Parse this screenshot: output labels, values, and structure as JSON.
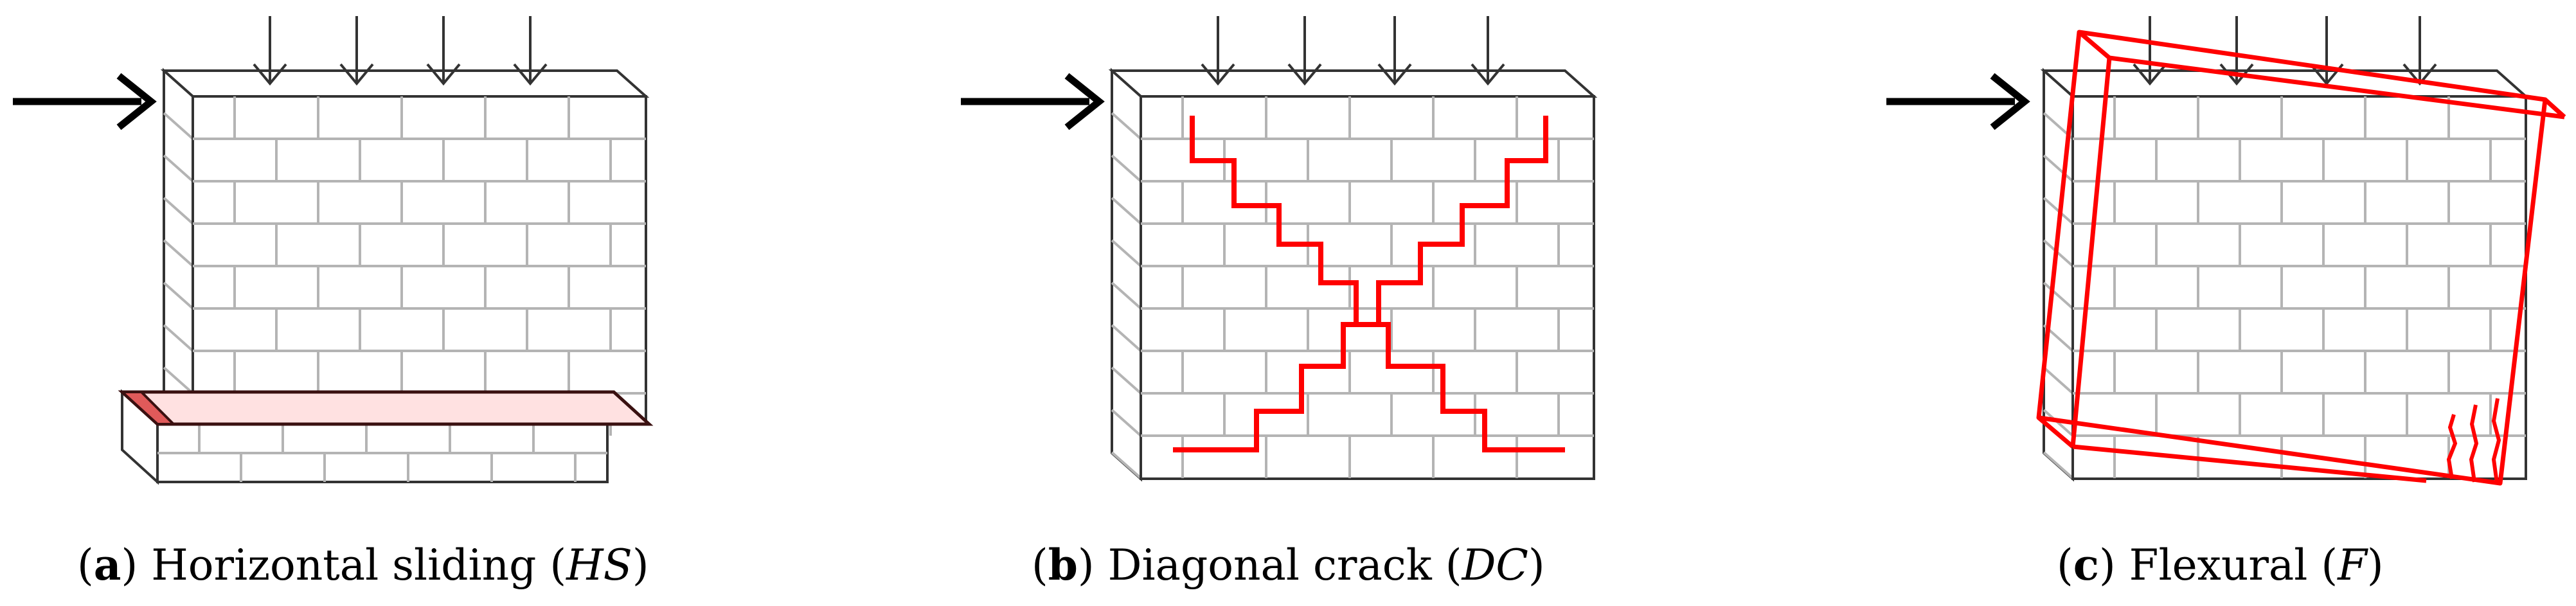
{
  "panels": [
    {
      "id": "a",
      "letter": "a",
      "title": "Horizontal sliding",
      "abbr": "HS"
    },
    {
      "id": "b",
      "letter": "b",
      "title": "Diagonal crack",
      "abbr": "DC"
    },
    {
      "id": "c",
      "letter": "c",
      "title": "Flexural",
      "abbr": "F"
    }
  ],
  "colors": {
    "crack": "#ff0000",
    "sliding_plane": "#ffdcdc",
    "sliding_plane_edge": "#e05a5a",
    "mortar": "#b4b4b4",
    "outline": "#333333",
    "arrow": "#000000"
  },
  "icons": {
    "lateral_load": "horizontal-arrow-icon",
    "vertical_load": "down-arrow-icon"
  }
}
